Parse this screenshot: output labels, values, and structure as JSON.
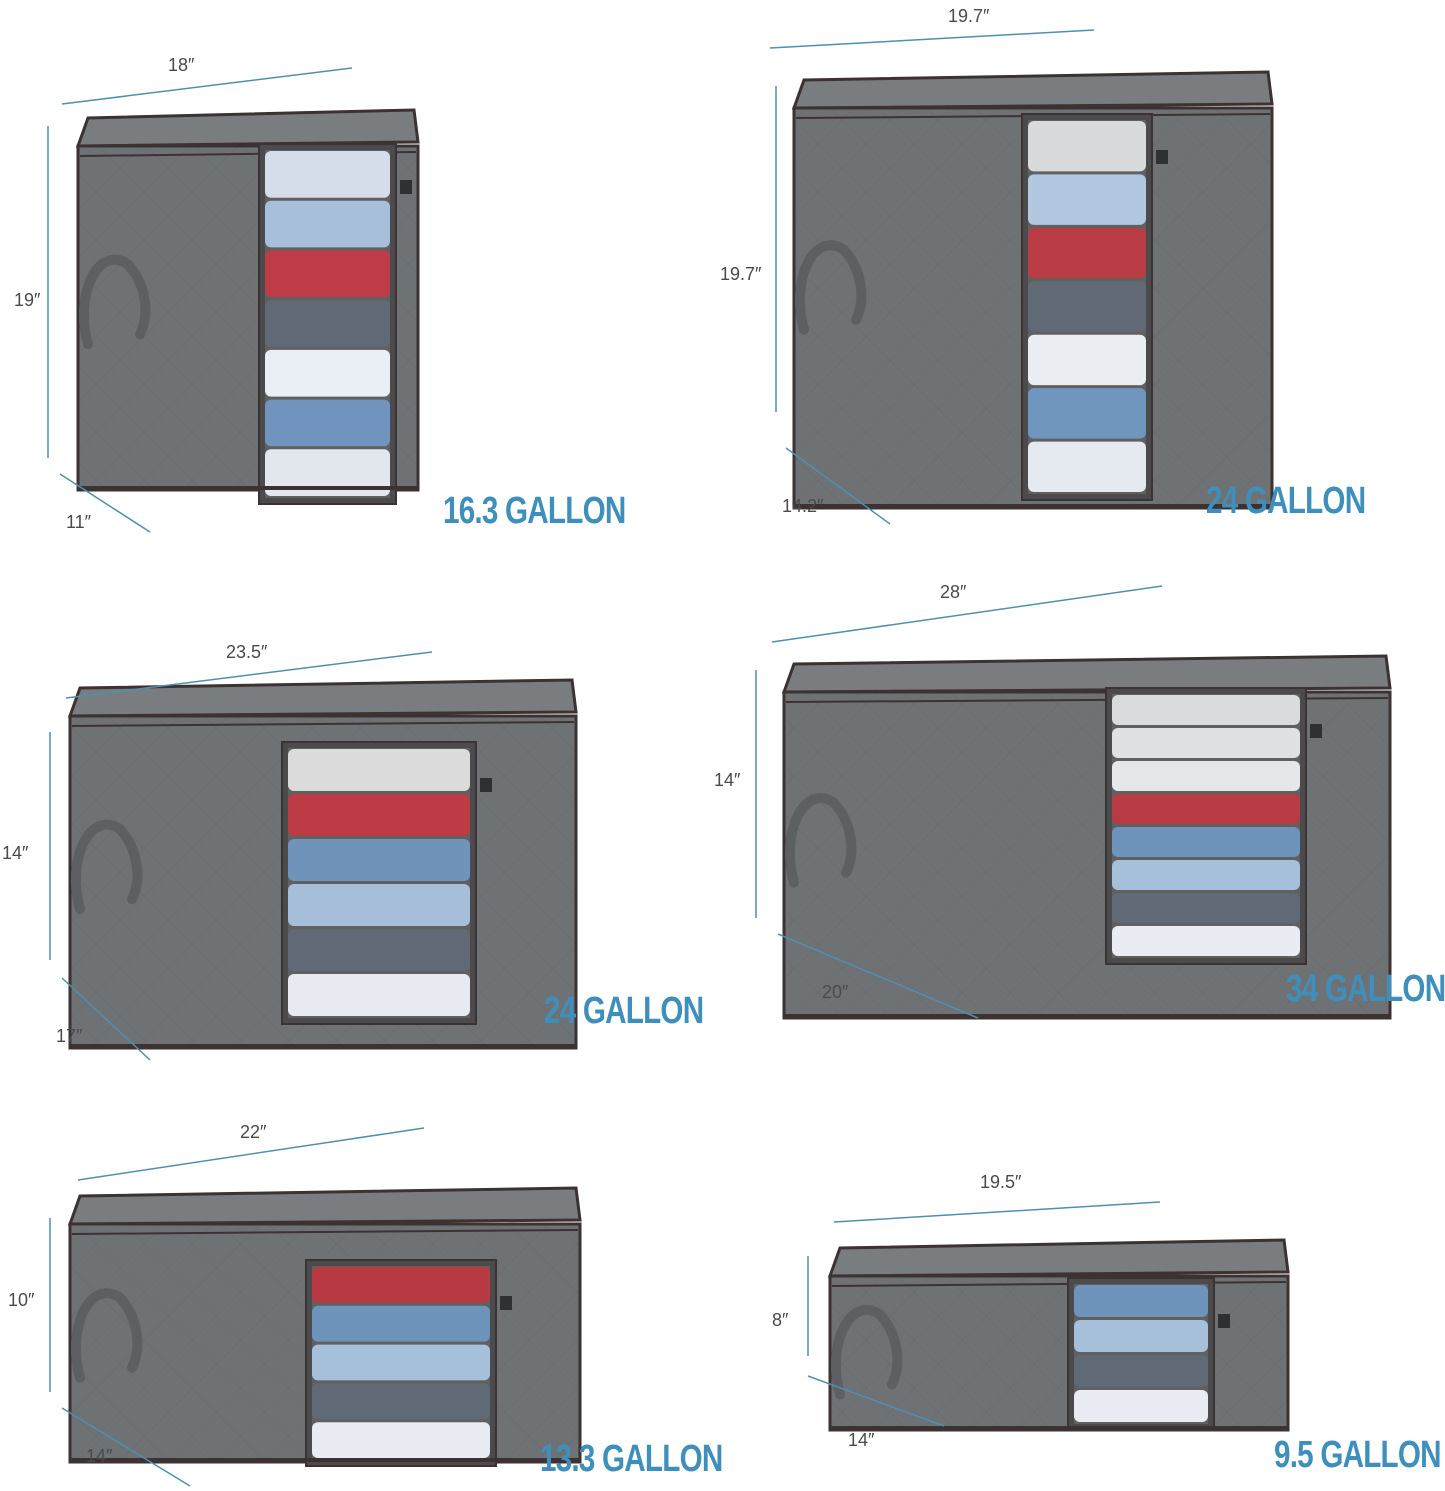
{
  "accent_color": "#3f8fbd",
  "dimension_line_color": "#4f8fb0",
  "bag_color": "#6f7275",
  "products": [
    {
      "gallon": "16.3 GALLON",
      "width": "18″",
      "height": "19″",
      "depth": "11″",
      "stack": [
        "#cfd9e6",
        "#9bb7d6",
        "#b4222e",
        "#4a5563",
        "#e8edf4",
        "#5d86b4",
        "#dfe4ec"
      ]
    },
    {
      "gallon": "24 GALLON",
      "width": "19.7″",
      "height": "19.7″",
      "depth": "14.2″",
      "stack": [
        "#d3d5d8",
        "#a8c0dc",
        "#b1212c",
        "#4b5562",
        "#e8ecf1",
        "#5d88b6",
        "#e2e6ee"
      ]
    },
    {
      "gallon": "24 GALLON",
      "width": "23.5″",
      "height": "14″",
      "depth": "17″",
      "stack": [
        "#d6d6d8",
        "#b4202b",
        "#5c84b0",
        "#9ab6d4",
        "#4a5562",
        "#e4e9f0"
      ]
    },
    {
      "gallon": "34 GALLON",
      "width": "28″",
      "height": "14″",
      "depth": "20″",
      "stack": [
        "#d5d6d8",
        "#dcdde0",
        "#e2e4e8",
        "#b0212b",
        "#5c86b3",
        "#9ab8d6",
        "#4a5563",
        "#e6eaf1"
      ]
    },
    {
      "gallon": "13.3 GALLON",
      "width": "22″",
      "height": "10″",
      "depth": "14″",
      "stack": [
        "#b11f2b",
        "#5c86b3",
        "#9ab8d6",
        "#4a5563",
        "#e6eaf1"
      ]
    },
    {
      "gallon": "9.5 GALLON",
      "width": "19.5″",
      "height": "8″",
      "depth": "14″",
      "stack": [
        "#5c86b3",
        "#9ab8d6",
        "#4a5563",
        "#e6eaf1"
      ]
    }
  ]
}
